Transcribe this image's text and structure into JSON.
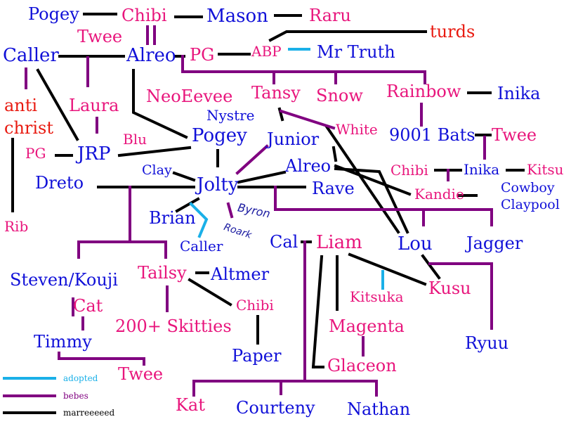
{
  "colors": {
    "married": "#000000",
    "bebes": "#800080",
    "adopted": "#1ab0e8",
    "male": "#1010d8",
    "female": "#e8157c",
    "other": "#e81a10"
  },
  "nodes": {
    "pogey_top": "Pogey",
    "twee_top": "Twee",
    "chibi_top": "Chibi",
    "mason": "Mason",
    "raru": "Raru",
    "turds": "turds",
    "caller_top": "Caller",
    "alreo_top": "Alreo",
    "pg_top": "PG",
    "abp": "ABP",
    "mr_truth": "Mr Truth",
    "antichrist_1": "anti",
    "antichrist_2": "christ",
    "laura": "Laura",
    "neoeevee": "NeoEevee",
    "tansy": "Tansy",
    "snow": "Snow",
    "rainbow": "Rainbow",
    "inika_top": "Inika",
    "nystre": "Nystre",
    "blu": "Blu",
    "pogey_mid": "Pogey",
    "junior": "Junior",
    "white": "White",
    "bats": "9001 Bats",
    "twee_right": "Twee",
    "pg_left": "PG",
    "jrp": "JRP",
    "clay": "Clay",
    "alreo_mid": "Alreo",
    "chibi_right": "Chibi",
    "inika_right": "Inika",
    "kitsu": "Kitsu",
    "dreto": "Dreto",
    "jolty": "Jolty",
    "rave": "Rave",
    "kandie": "Kandie",
    "cowboy_1": "Cowboy",
    "cowboy_2": "Claypool",
    "rib": "Rib",
    "brian": "Brian",
    "byron": "Byron",
    "roark": "Roark",
    "caller_mid": "Caller",
    "cal": "Cal",
    "liam": "Liam",
    "lou": "Lou",
    "jagger": "Jagger",
    "steven": "Steven/Kouji",
    "tailsy": "Tailsy",
    "altmer": "Altmer",
    "kusu": "Kusu",
    "kitsuka": "Kitsuka",
    "cat": "Cat",
    "chibi_low": "Chibi",
    "skitties": "200+ Skitties",
    "magenta": "Magenta",
    "ryuu": "Ryuu",
    "timmy": "Timmy",
    "paper": "Paper",
    "twee_low": "Twee",
    "glaceon": "Glaceon",
    "kat": "Kat",
    "courteny": "Courteny",
    "nathan": "Nathan"
  },
  "legend": {
    "adopted": "adopted",
    "bebes": "bebes",
    "married": "marreeeeed"
  }
}
